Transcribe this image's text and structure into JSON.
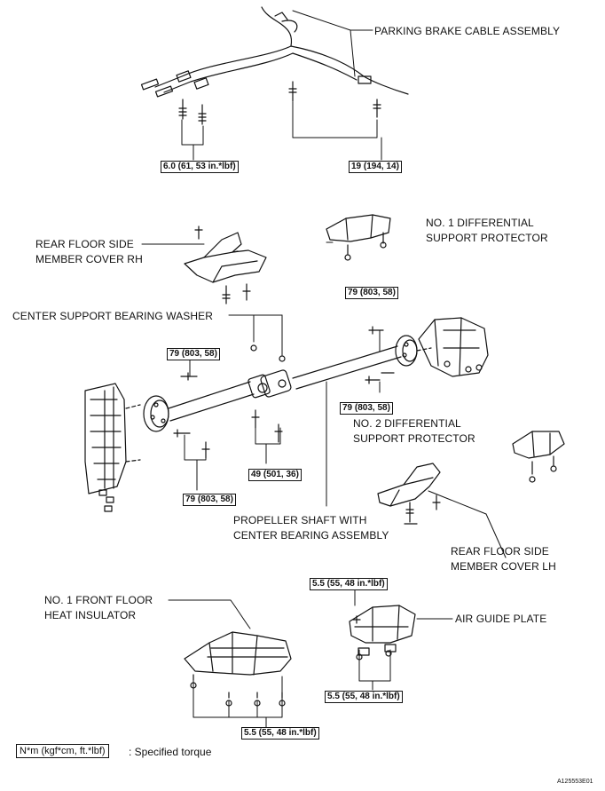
{
  "labels": {
    "parking_brake": "PARKING BRAKE CABLE ASSEMBLY",
    "no1_diff_line1": "NO. 1 DIFFERENTIAL",
    "no1_diff_line2": "SUPPORT PROTECTOR",
    "rear_rh_line1": "REAR FLOOR SIDE",
    "rear_rh_line2": "MEMBER COVER RH",
    "washer": "CENTER SUPPORT BEARING WASHER",
    "no2_diff_line1": "NO. 2 DIFFERENTIAL",
    "no2_diff_line2": "SUPPORT PROTECTOR",
    "shaft_line1": "PROPELLER SHAFT WITH",
    "shaft_line2": "CENTER BEARING ASSEMBLY",
    "rear_lh_line1": "REAR FLOOR SIDE",
    "rear_lh_line2": "MEMBER COVER LH",
    "insulator_line1": "NO. 1 FRONT FLOOR",
    "insulator_line2": "HEAT INSULATOR",
    "air_guide": "AIR GUIDE PLATE"
  },
  "torques": {
    "t1": "6.0 (61, 53 in.*lbf)",
    "t2": "19 (194, 14)",
    "t3": "79 (803, 58)",
    "t4": "79 (803, 58)",
    "t5": "79 (803, 58)",
    "t6": "49 (501, 36)",
    "t7": "79 (803, 58)",
    "t8": "5.5 (55, 48 in.*lbf)",
    "t9": "5.5 (55, 48 in.*lbf)",
    "t10": "5.5 (55, 48 in.*lbf)"
  },
  "legend": {
    "box": "N*m (kgf*cm, ft.*lbf)",
    "text": ": Specified torque"
  },
  "figure_id": "A125553E01"
}
